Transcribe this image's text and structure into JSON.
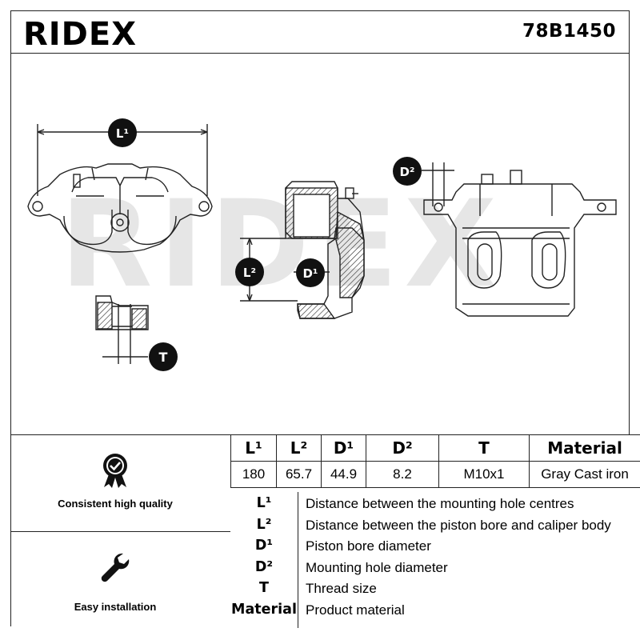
{
  "brand": "RIDEX",
  "part_number": "78B1450",
  "watermark": "RIDEX",
  "dimension_labels": {
    "l1": "L¹",
    "l2": "L²",
    "d1": "D¹",
    "d2": "D²",
    "t": "T"
  },
  "features": [
    {
      "label": "Consistent high quality",
      "icon": "quality-badge-icon"
    },
    {
      "label": "Easy installation",
      "icon": "wrench-icon"
    }
  ],
  "specs": {
    "headers": [
      "L¹",
      "L²",
      "D¹",
      "D²",
      "T",
      "Material"
    ],
    "values": [
      "180",
      "65.7",
      "44.9",
      "8.2",
      "M10x1",
      "Gray Cast iron"
    ]
  },
  "legend": [
    {
      "key": "L¹",
      "desc": "Distance between the mounting hole centres"
    },
    {
      "key": "L²",
      "desc": "Distance between the piston bore and caliper body"
    },
    {
      "key": "D¹",
      "desc": "Piston bore diameter"
    },
    {
      "key": "D²",
      "desc": "Mounting hole diameter"
    },
    {
      "key": "T",
      "desc": "Thread size"
    },
    {
      "key": "Material",
      "desc": "Product material"
    }
  ],
  "colors": {
    "line": "#222222",
    "badge": "#111111",
    "watermark": "#e6e6e6"
  }
}
